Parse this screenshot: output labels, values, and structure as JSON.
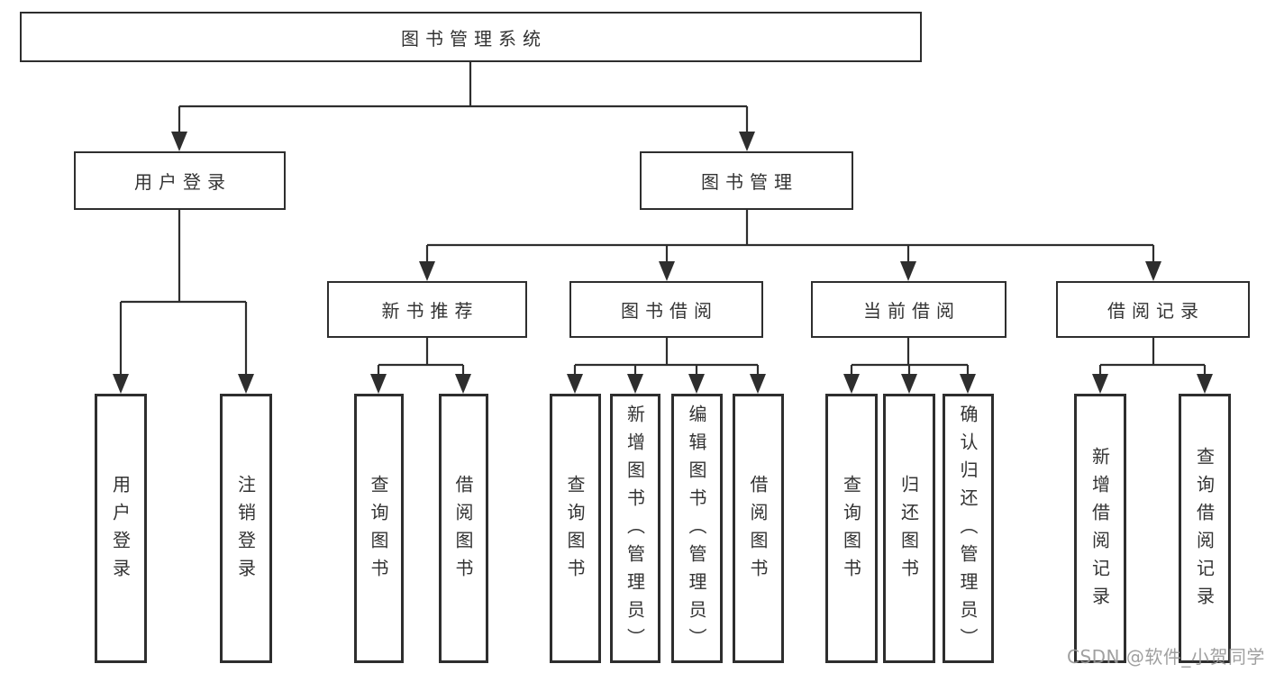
{
  "tree": {
    "label": "图书管理系统",
    "children": [
      {
        "label": "用户登录",
        "children": [
          {
            "label": "用户登录"
          },
          {
            "label": "注销登录"
          }
        ]
      },
      {
        "label": "图书管理",
        "children": [
          {
            "label": "新书推荐",
            "children": [
              {
                "label": "查询图书"
              },
              {
                "label": "借阅图书"
              }
            ]
          },
          {
            "label": "图书借阅",
            "children": [
              {
                "label": "查询图书"
              },
              {
                "label": "新增图书（管理员）"
              },
              {
                "label": "编辑图书（管理员）"
              },
              {
                "label": "借阅图书"
              }
            ]
          },
          {
            "label": "当前借阅",
            "children": [
              {
                "label": "查询图书"
              },
              {
                "label": "归还图书"
              },
              {
                "label": "确认归还（管理员）"
              }
            ]
          },
          {
            "label": "借阅记录",
            "children": [
              {
                "label": "新增借阅记录"
              },
              {
                "label": "查询借阅记录"
              }
            ]
          }
        ]
      }
    ]
  },
  "watermark": {
    "text": "CSDN @软件_小贺同学"
  },
  "colors": {
    "line": "#2e2e2e",
    "text": "#333333",
    "background": "#ffffff",
    "watermark": "#989898"
  }
}
